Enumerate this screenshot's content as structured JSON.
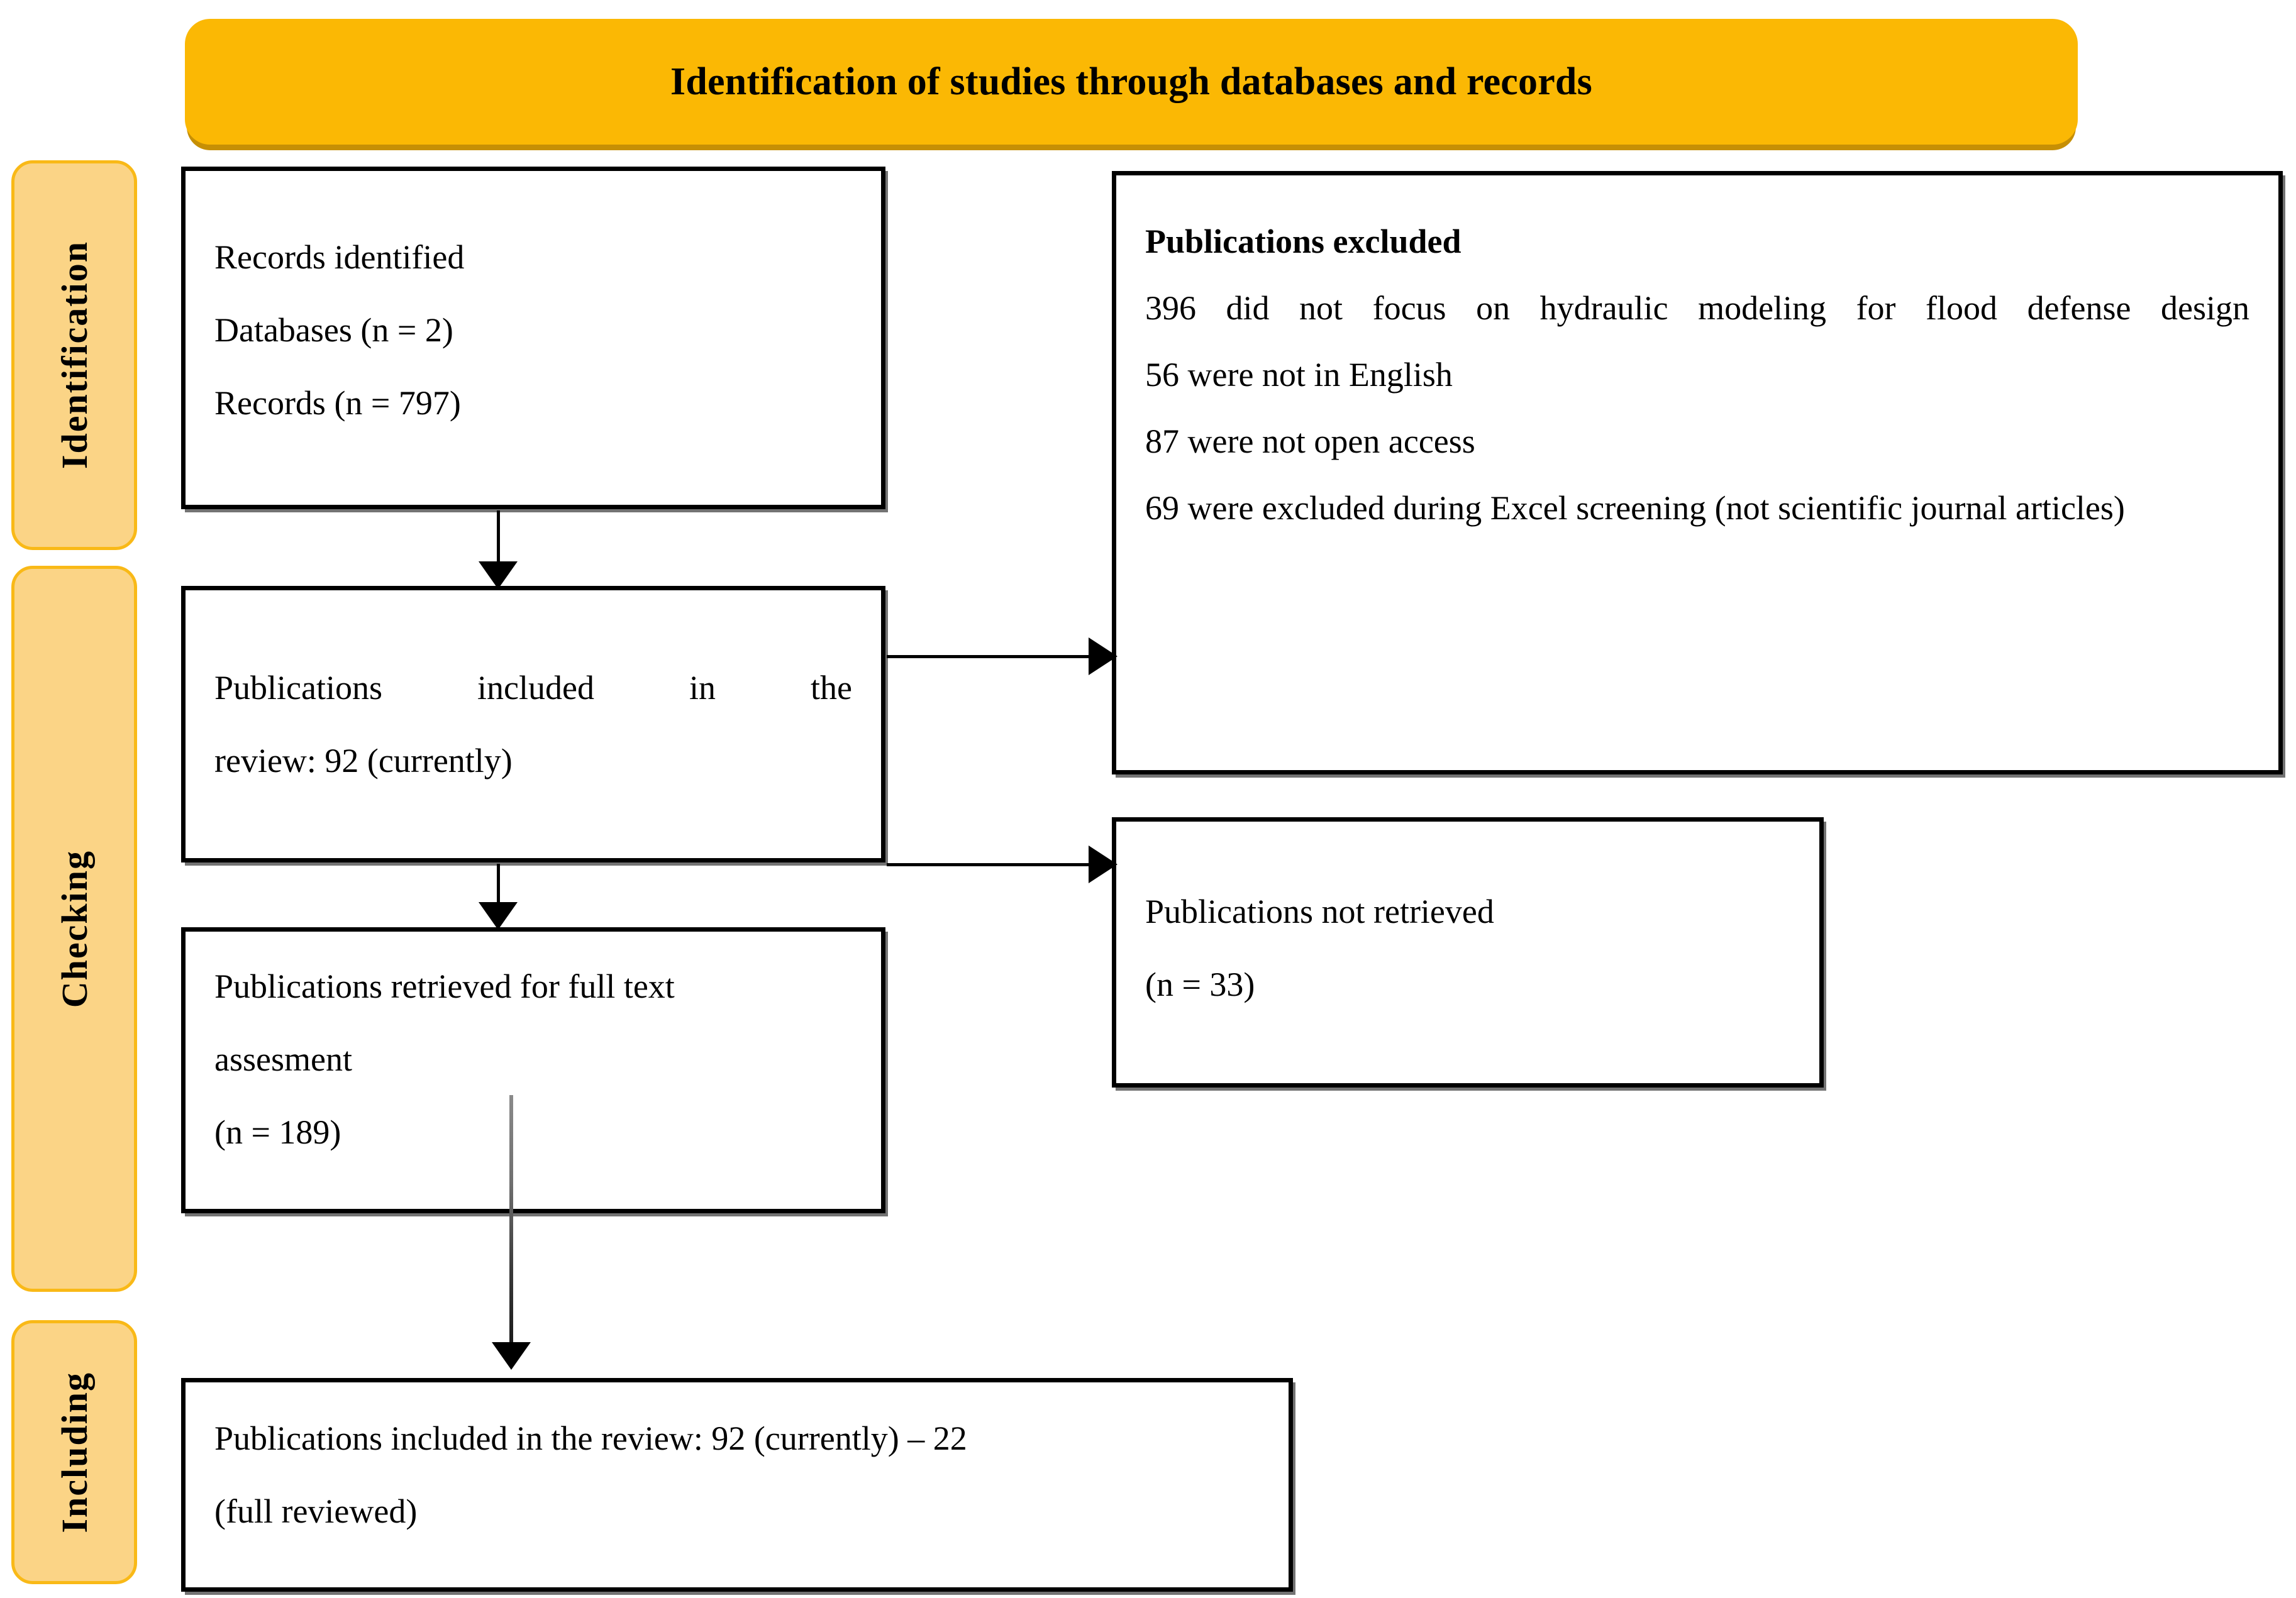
{
  "banner": {
    "title": "Identification of studies through databases and records"
  },
  "phases": [
    {
      "key": "identification",
      "label": "Identification"
    },
    {
      "key": "checking",
      "label": "Checking"
    },
    {
      "key": "including",
      "label": "Including"
    }
  ],
  "boxes": {
    "records_identified": {
      "name": "Records identified",
      "lines": [
        "Records identified",
        "Databases (n = 2)",
        "Records (n = 797)"
      ]
    },
    "publications_excluded": {
      "heading": "Publications excluded",
      "lines": [
        "396 did not focus on hydraulic modeling for flood defense design",
        "56 were not in English",
        "87 were not open access",
        "69 were excluded during Excel screening (not scientific journal articles)"
      ]
    },
    "publications_included": {
      "lines": [
        "Publications included in the",
        "review: 92 (currently)"
      ]
    },
    "publications_not_retrieved": {
      "lines": [
        "Publications not retrieved",
        "(n = 33)"
      ]
    },
    "publications_full_text": {
      "lines": [
        "Publications retrieved for full text",
        "assesment",
        "(n = 189)"
      ]
    },
    "publications_final": {
      "lines": [
        "Publications included in the review: 92 (currently) – 22",
        "(full reviewed)"
      ]
    }
  },
  "colors": {
    "banner_fill": "#FBB804",
    "banner_shadow": "#C68F05",
    "phase_fill": "#FBD486",
    "phase_border": "#F9B917",
    "box_border": "#000000",
    "connector": "#000000",
    "connector_grey": "#6F6F6F"
  },
  "chart_data": {
    "type": "diagram",
    "title": "Identification of studies through databases and records",
    "nodes": [
      {
        "id": "records_identified",
        "stage": "Identification",
        "label": "Records identified; Databases (n = 2); Records (n = 797)",
        "n_databases": 2,
        "n_records": 797
      },
      {
        "id": "publications_included",
        "stage": "Checking",
        "label": "Publications included in the review: 92 (currently)",
        "n": 92
      },
      {
        "id": "publications_excluded",
        "stage": "Checking",
        "label": "Publications excluded",
        "breakdown": [
          {
            "reason": "did not focus on hydraulic modeling for flood defense design",
            "n": 396
          },
          {
            "reason": "were not in English",
            "n": 56
          },
          {
            "reason": "were not open access",
            "n": 87
          },
          {
            "reason": "were excluded during Excel screening (not scientific journal articles)",
            "n": 69
          }
        ]
      },
      {
        "id": "publications_not_retrieved",
        "stage": "Checking",
        "label": "Publications not retrieved (n = 33)",
        "n": 33
      },
      {
        "id": "publications_full_text",
        "stage": "Checking",
        "label": "Publications retrieved for full text assesment (n = 189)",
        "n": 189
      },
      {
        "id": "publications_final",
        "stage": "Including",
        "label": "Publications included in the review: 92 (currently) – 22 (full reviewed)",
        "n_current": 92,
        "n_full_reviewed": 22
      }
    ],
    "edges": [
      {
        "from": "records_identified",
        "to": "publications_included",
        "direction": "down"
      },
      {
        "from": "publications_included",
        "to": "publications_excluded",
        "direction": "right"
      },
      {
        "from": "publications_included",
        "to": "publications_not_retrieved",
        "direction": "right"
      },
      {
        "from": "publications_included",
        "to": "publications_full_text",
        "direction": "down"
      },
      {
        "from": "publications_full_text",
        "to": "publications_final",
        "direction": "down"
      }
    ]
  }
}
